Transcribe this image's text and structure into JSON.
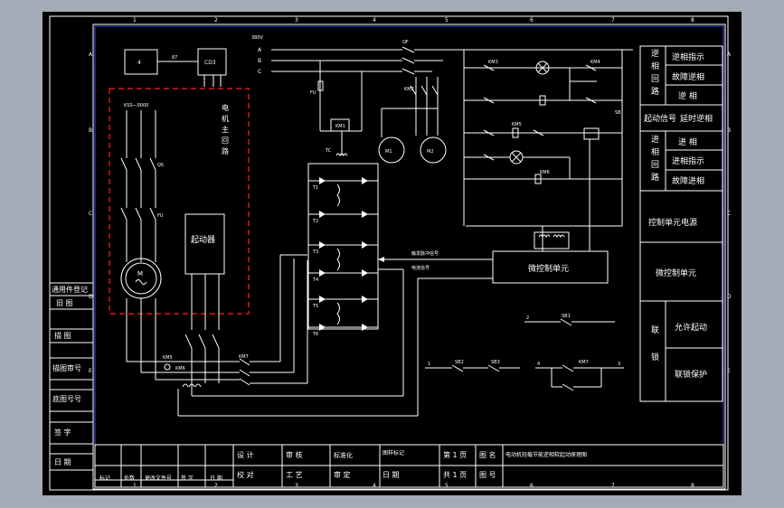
{
  "colors": {
    "background": "#000000",
    "frame": "#ffffff",
    "border": "#3c4bd8",
    "machine_box": "#ff2020",
    "surround": "#a3abb8"
  },
  "grid": {
    "cols": [
      "1",
      "2",
      "3",
      "4",
      "5",
      "6",
      "7",
      "8"
    ],
    "rows": [
      "A",
      "B",
      "C",
      "D",
      "E"
    ]
  },
  "left_strip": [
    "通用件登记",
    "旧 图",
    "描 图",
    "描图审号",
    "底图号号",
    "签 字",
    "日 期"
  ],
  "supply": {
    "label": "380V",
    "phases": [
      "A",
      "B",
      "C"
    ]
  },
  "top_left": {
    "box1": "4",
    "box2": "CD3",
    "wire": "87"
  },
  "machine": {
    "label": "电机主回路",
    "switch_a": "QS",
    "switch_b": "FU",
    "code": "KSS—0000",
    "motor": "M",
    "starter": "起动器"
  },
  "devices": {
    "km1": "KM1",
    "km2": "KM2",
    "km3": "KM3",
    "km4": "KM4",
    "km5": "KM5",
    "km6": "KM6",
    "km7": "KM7",
    "tc": "TC",
    "m1": "M1",
    "m2": "M2",
    "fu": "FU",
    "qf": "QF",
    "sb": "SB"
  },
  "thyristors": [
    "T1",
    "T2",
    "T3",
    "T4",
    "T5",
    "T6"
  ],
  "signal_out": "触发脉冲信号",
  "signal_in": "电流信号",
  "mcu": "微控制单元",
  "lower_right": {
    "s1": "SB1",
    "s2": "SB2",
    "s3": "SB3",
    "s4": "KM7",
    "n1": "1",
    "n2": "2",
    "n3": "3",
    "n4": "4"
  },
  "right_panel": [
    {
      "group": "逆相回路",
      "items": [
        "逆相指示",
        "故障逆相",
        "逆 相"
      ]
    },
    {
      "group": "起动信号",
      "items": [
        "延时逆相"
      ]
    },
    {
      "group": "进相回路",
      "items": [
        "进 相",
        "进相指示",
        "故障进相"
      ]
    },
    {
      "group": "",
      "items": [
        "控制单元电源"
      ]
    },
    {
      "group": "",
      "items": [
        "微控制单元"
      ]
    },
    {
      "group": "联锁",
      "items": [
        "允许起动",
        "联锁保护"
      ]
    }
  ],
  "title_block": {
    "row1": [
      "设 计",
      "审 核",
      "标准化",
      "图样标记",
      "第 1 页",
      "图 名",
      "电动机轻载节能逆相软起动原理图"
    ],
    "row2": [
      "校 对",
      "工 艺",
      "审 定",
      "日 期",
      "共 1 页",
      "图 号",
      ""
    ],
    "row3": [
      "标记",
      "处数",
      "更改文件号",
      "签 字",
      "日 期"
    ]
  }
}
